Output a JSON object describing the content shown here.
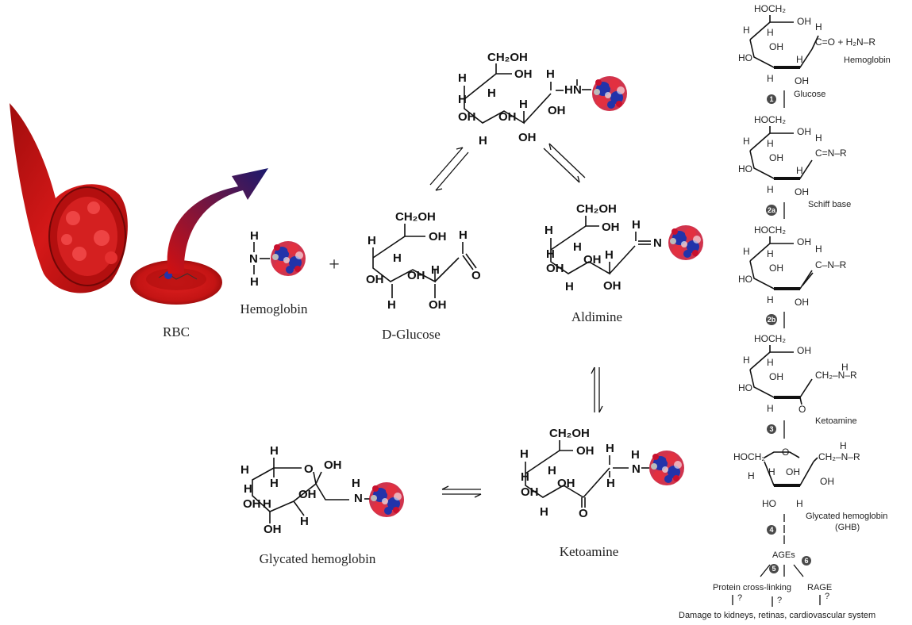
{
  "labels": {
    "rbc": "RBC",
    "hemoglobin": "Hemoglobin",
    "plus": "+",
    "d_glucose": "D-Glucose",
    "aldimine": "Aldimine",
    "ketoamine": "Ketoamine",
    "glycated_hemoglobin": "Glycated hemoglobin"
  },
  "atoms": {
    "ch2oh": "CH₂OH",
    "oh": "OH",
    "h": "H",
    "n": "N",
    "o": "O"
  },
  "right_panel": {
    "hoch2": "HOCH₂",
    "oh": "OH",
    "ho": "HO",
    "h": "H",
    "o": "O",
    "glucose_reagent": "C=O + H₂N–R",
    "hemoglobin": "Hemoglobin",
    "glucose": "Glucose",
    "schiff_group": "C=N–R",
    "schiff_base": "Schiff base",
    "enol_group": "C–N–R",
    "ketoamine_group": "CH₂–N–R",
    "ketoamine": "Ketoamine",
    "hoch2_ring": "HOCH₂",
    "ghb_group": "CH₂–N–R",
    "glycated_hemoglobin": "Glycated hemoglobin",
    "ghb": "(GHB)",
    "ages": "AGEs",
    "protein_cross_linking": "Protein cross-linking",
    "rage": "RAGE",
    "question": "?",
    "damage": "Damage to kidneys, retinas, cardiovascular system",
    "steps": [
      "1",
      "2a",
      "2b",
      "3",
      "4",
      "5",
      "6"
    ]
  },
  "colors": {
    "vessel": "#cc1a1a",
    "vessel_dark": "#8a0a0a",
    "arrow_start": "#d41010",
    "arrow_end": "#1a1a6e",
    "protein_red": "#c8102e",
    "protein_blue": "#2233aa"
  }
}
